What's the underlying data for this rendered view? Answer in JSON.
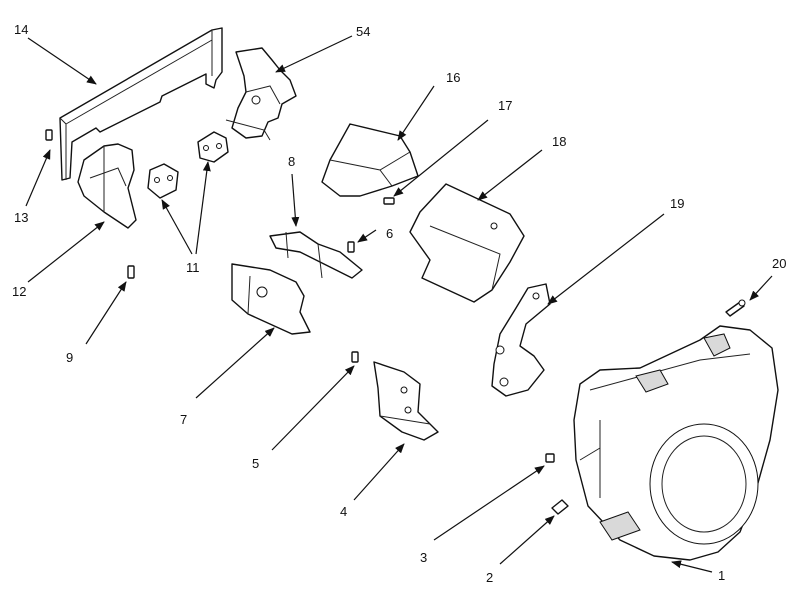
{
  "callouts": {
    "c1": "1",
    "c2": "2",
    "c3": "3",
    "c4": "4",
    "c5": "5",
    "c6": "6",
    "c7": "7",
    "c8": "8",
    "c9": "9",
    "c11": "11",
    "c12": "12",
    "c13": "13",
    "c14": "14",
    "c16": "16",
    "c17": "17",
    "c18": "18",
    "c19": "19",
    "c20": "20",
    "c54": "54"
  }
}
